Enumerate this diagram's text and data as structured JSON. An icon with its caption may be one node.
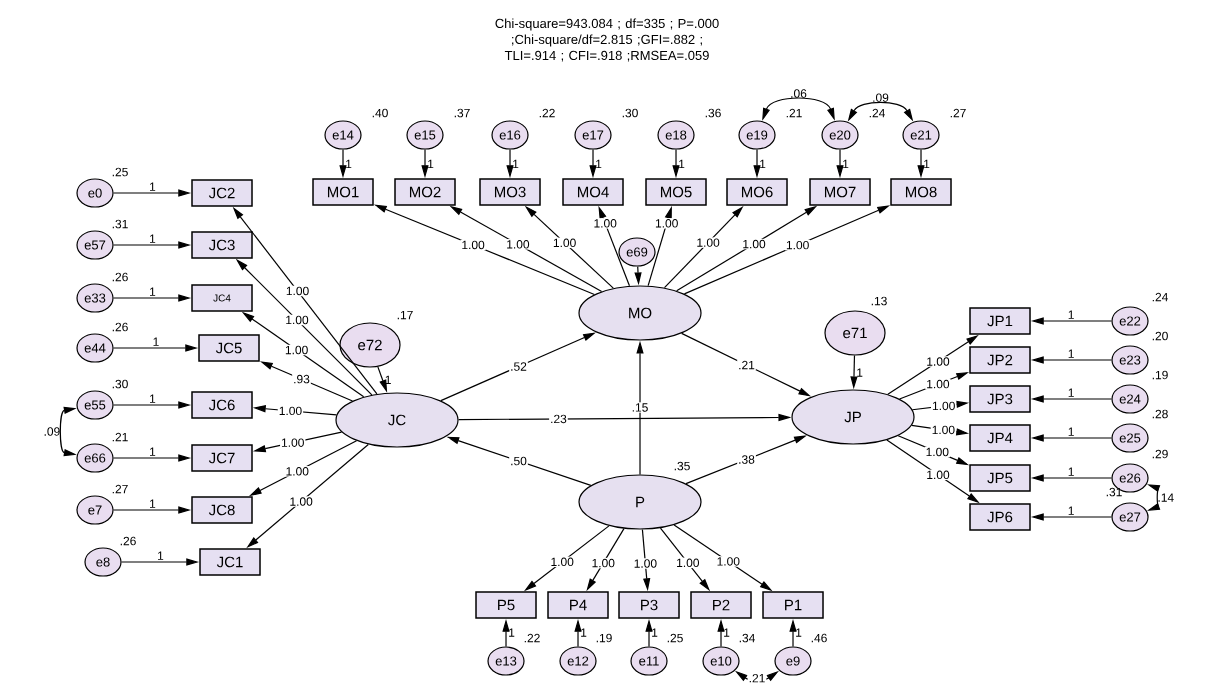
{
  "diagram": {
    "title": "Chi-square=943.084 ; df=335 ; P=.000 ;Chi-square/df=2.815 ;GFI=.882 ; TLI=.914 ; CFI=.918 ;RMSEA=.059",
    "nodes": [
      {
        "text": [
          "e14"
        ],
        "beside": [
          ".40"
        ]
      },
      {
        "text": [
          "e15"
        ],
        "beside": [
          ".37"
        ]
      },
      {
        "text": [
          "e16"
        ],
        "beside": [
          ".22"
        ]
      },
      {
        "text": [
          "e17"
        ],
        "beside": [
          ".30"
        ]
      },
      {
        "text": [
          "e18"
        ],
        "beside": [
          ".36"
        ]
      },
      {
        "text": [
          "e19"
        ],
        "beside": [
          ".21"
        ]
      },
      {
        "text": [
          "e20"
        ],
        "beside": [
          ".24"
        ]
      },
      {
        "text": [
          "e21"
        ],
        "beside": [
          ".27"
        ]
      },
      {
        "text": [
          "MO1"
        ]
      },
      {
        "text": [
          "MO2"
        ]
      },
      {
        "text": [
          "MO3"
        ]
      },
      {
        "text": [
          "MO4"
        ]
      },
      {
        "text": [
          "MO5"
        ]
      },
      {
        "text": [
          "MO6"
        ]
      },
      {
        "text": [
          "MO7"
        ]
      },
      {
        "text": [
          "MO8"
        ]
      },
      {
        "text": [
          "e0"
        ],
        "beside": [
          ".25"
        ]
      },
      {
        "text": [
          "e57"
        ],
        "beside": [
          ".31"
        ]
      },
      {
        "text": [
          "e33"
        ],
        "beside": [
          ".26"
        ]
      },
      {
        "text": [
          "e44"
        ],
        "beside": [
          ".26"
        ]
      },
      {
        "text": [
          "e55"
        ],
        "beside": [
          ".30"
        ]
      },
      {
        "text": [
          "e66"
        ],
        "beside": [
          ".21"
        ]
      },
      {
        "text": [
          "e7"
        ],
        "beside": [
          ".27"
        ]
      },
      {
        "text": [
          "e8"
        ],
        "beside": [
          ".26"
        ]
      },
      {
        "text": [
          "JC2"
        ]
      },
      {
        "text": [
          "JC3"
        ]
      },
      {
        "text": [
          "JC4"
        ]
      },
      {
        "text": [
          "JC5"
        ]
      },
      {
        "text": [
          "JC6"
        ]
      },
      {
        "text": [
          "JC7"
        ]
      },
      {
        "text": [
          "JC8"
        ]
      },
      {
        "text": [
          "JC1"
        ]
      },
      {
        "text": [
          "e69"
        ]
      },
      {
        "text": [
          "MO"
        ]
      },
      {
        "text": [
          "e72"
        ],
        "beside": [
          ".17"
        ]
      },
      {
        "text": [
          "e71"
        ],
        "beside": [
          ".13"
        ]
      },
      {
        "text": [
          "JC"
        ]
      },
      {
        "text": [
          "JP"
        ]
      },
      {
        "text": [
          "JP1"
        ]
      },
      {
        "text": [
          "JP2"
        ]
      },
      {
        "text": [
          "JP3"
        ]
      },
      {
        "text": [
          "JP4"
        ]
      },
      {
        "text": [
          "JP5"
        ]
      },
      {
        "text": [
          "JP6"
        ]
      },
      {
        "text": [
          "e22"
        ],
        "beside": [
          ".24"
        ]
      },
      {
        "text": [
          "e23"
        ],
        "beside": [
          ".20"
        ]
      },
      {
        "text": [
          "e24"
        ],
        "beside": [
          ".19"
        ]
      },
      {
        "text": [
          "e25"
        ],
        "beside": [
          ".28"
        ]
      },
      {
        "text": [
          "e26"
        ],
        "beside": [
          ".29"
        ]
      },
      {
        "text": [
          "e27"
        ],
        "beside": [
          ".31"
        ]
      },
      {
        "text": [
          "P"
        ],
        "beside": [
          ".35"
        ]
      },
      {
        "text": [
          "P5"
        ]
      },
      {
        "text": [
          "P4"
        ]
      },
      {
        "text": [
          "P3"
        ]
      },
      {
        "text": [
          "P2"
        ]
      },
      {
        "text": [
          "P1"
        ]
      },
      {
        "text": [
          "e13"
        ],
        "beside": [
          ".22"
        ]
      },
      {
        "text": [
          "e12"
        ],
        "beside": [
          ".19"
        ]
      },
      {
        "text": [
          "e11"
        ],
        "beside": [
          ".25"
        ]
      },
      {
        "text": [
          "e10"
        ],
        "beside": [
          ".34"
        ]
      },
      {
        "text": [
          "e9"
        ],
        "beside": [
          ".46"
        ]
      }
    ],
    "edges": [
      {
        "from": 0,
        "to": 8,
        "arrow": "to",
        "label": "1"
      },
      {
        "from": 1,
        "to": 9,
        "arrow": "to",
        "label": "1"
      },
      {
        "from": 2,
        "to": 10,
        "arrow": "to",
        "label": "1"
      },
      {
        "from": 3,
        "to": 11,
        "arrow": "to",
        "label": "1"
      },
      {
        "from": 4,
        "to": 12,
        "arrow": "to",
        "label": "1"
      },
      {
        "from": 5,
        "to": 13,
        "arrow": "to",
        "label": "1"
      },
      {
        "from": 6,
        "to": 14,
        "arrow": "to",
        "label": "1"
      },
      {
        "from": 7,
        "to": 15,
        "arrow": "to",
        "label": "1"
      },
      {
        "from": 33,
        "to": 8,
        "arrow": "to",
        "label": "1.00"
      },
      {
        "from": 33,
        "to": 9,
        "arrow": "to",
        "label": "1.00"
      },
      {
        "from": 33,
        "to": 10,
        "arrow": "to",
        "label": "1.00"
      },
      {
        "from": 33,
        "to": 11,
        "arrow": "to",
        "label": "1.00"
      },
      {
        "from": 33,
        "to": 12,
        "arrow": "to",
        "label": "1.00"
      },
      {
        "from": 33,
        "to": 13,
        "arrow": "to",
        "label": "1.00"
      },
      {
        "from": 33,
        "to": 14,
        "arrow": "to",
        "label": "1.00"
      },
      {
        "from": 33,
        "to": 15,
        "arrow": "to",
        "label": "1.00"
      },
      {
        "from": 5,
        "to": 6,
        "arrow": "both",
        "label": ".06"
      },
      {
        "from": 6,
        "to": 7,
        "arrow": "both",
        "label": ".09"
      },
      {
        "from": 16,
        "to": 24,
        "arrow": "to",
        "label": "1"
      },
      {
        "from": 17,
        "to": 25,
        "arrow": "to",
        "label": "1"
      },
      {
        "from": 18,
        "to": 26,
        "arrow": "to",
        "label": "1"
      },
      {
        "from": 19,
        "to": 27,
        "arrow": "to",
        "label": "1"
      },
      {
        "from": 20,
        "to": 28,
        "arrow": "to",
        "label": "1"
      },
      {
        "from": 21,
        "to": 29,
        "arrow": "to",
        "label": "1"
      },
      {
        "from": 22,
        "to": 30,
        "arrow": "to",
        "label": "1"
      },
      {
        "from": 23,
        "to": 31,
        "arrow": "to",
        "label": "1"
      },
      {
        "from": 36,
        "to": 24,
        "arrow": "to",
        "label": "1.00"
      },
      {
        "from": 36,
        "to": 25,
        "arrow": "to",
        "label": "1.00"
      },
      {
        "from": 36,
        "to": 26,
        "arrow": "to",
        "label": "1.00"
      },
      {
        "from": 36,
        "to": 27,
        "arrow": "to",
        "label": ".93"
      },
      {
        "from": 36,
        "to": 28,
        "arrow": "to",
        "label": "1.00"
      },
      {
        "from": 36,
        "to": 29,
        "arrow": "to",
        "label": "1.00"
      },
      {
        "from": 36,
        "to": 30,
        "arrow": "to",
        "label": "1.00"
      },
      {
        "from": 36,
        "to": 31,
        "arrow": "to",
        "label": "1.00"
      },
      {
        "from": 20,
        "to": 21,
        "arrow": "both",
        "label": ".09"
      },
      {
        "from": 32,
        "to": 33,
        "arrow": "to"
      },
      {
        "from": 34,
        "to": 36,
        "arrow": "to",
        "label": "1"
      },
      {
        "from": 35,
        "to": 37,
        "arrow": "to",
        "label": "1"
      },
      {
        "from": 36,
        "to": 33,
        "arrow": "to",
        "label": ".52"
      },
      {
        "from": 33,
        "to": 37,
        "arrow": "to",
        "label": ".21"
      },
      {
        "from": 36,
        "to": 37,
        "arrow": "to",
        "label": ".23"
      },
      {
        "from": 50,
        "to": 33,
        "arrow": "to",
        "label": ".15"
      },
      {
        "from": 50,
        "to": 36,
        "arrow": "to",
        "label": ".50"
      },
      {
        "from": 50,
        "to": 37,
        "arrow": "to",
        "label": ".38"
      },
      {
        "from": 37,
        "to": 38,
        "arrow": "to",
        "label": "1.00"
      },
      {
        "from": 37,
        "to": 39,
        "arrow": "to",
        "label": "1.00"
      },
      {
        "from": 37,
        "to": 40,
        "arrow": "to",
        "label": "1.00"
      },
      {
        "from": 37,
        "to": 41,
        "arrow": "to",
        "label": "1.00"
      },
      {
        "from": 37,
        "to": 42,
        "arrow": "to",
        "label": "1.00"
      },
      {
        "from": 37,
        "to": 43,
        "arrow": "to",
        "label": "1.00"
      },
      {
        "from": 44,
        "to": 38,
        "arrow": "to",
        "label": "1"
      },
      {
        "from": 45,
        "to": 39,
        "arrow": "to",
        "label": "1"
      },
      {
        "from": 46,
        "to": 40,
        "arrow": "to",
        "label": "1"
      },
      {
        "from": 47,
        "to": 41,
        "arrow": "to",
        "label": "1"
      },
      {
        "from": 48,
        "to": 42,
        "arrow": "to",
        "label": "1"
      },
      {
        "from": 49,
        "to": 43,
        "arrow": "to",
        "label": "1"
      },
      {
        "from": 48,
        "to": 49,
        "arrow": "both",
        "label": ".14"
      },
      {
        "from": 50,
        "to": 51,
        "arrow": "to",
        "label": "1.00"
      },
      {
        "from": 50,
        "to": 52,
        "arrow": "to",
        "label": "1.00"
      },
      {
        "from": 50,
        "to": 53,
        "arrow": "to",
        "label": "1.00"
      },
      {
        "from": 50,
        "to": 54,
        "arrow": "to",
        "label": "1.00"
      },
      {
        "from": 50,
        "to": 55,
        "arrow": "to",
        "label": "1.00"
      },
      {
        "from": 56,
        "to": 51,
        "arrow": "to",
        "label": "1"
      },
      {
        "from": 57,
        "to": 52,
        "arrow": "to",
        "label": "1"
      },
      {
        "from": 58,
        "to": 53,
        "arrow": "to",
        "label": "1"
      },
      {
        "from": 59,
        "to": 54,
        "arrow": "to",
        "label": "1"
      },
      {
        "from": 60,
        "to": 55,
        "arrow": "to",
        "label": "1"
      },
      {
        "from": 59,
        "to": 60,
        "arrow": "both",
        "label": ".21"
      }
    ]
  }
}
